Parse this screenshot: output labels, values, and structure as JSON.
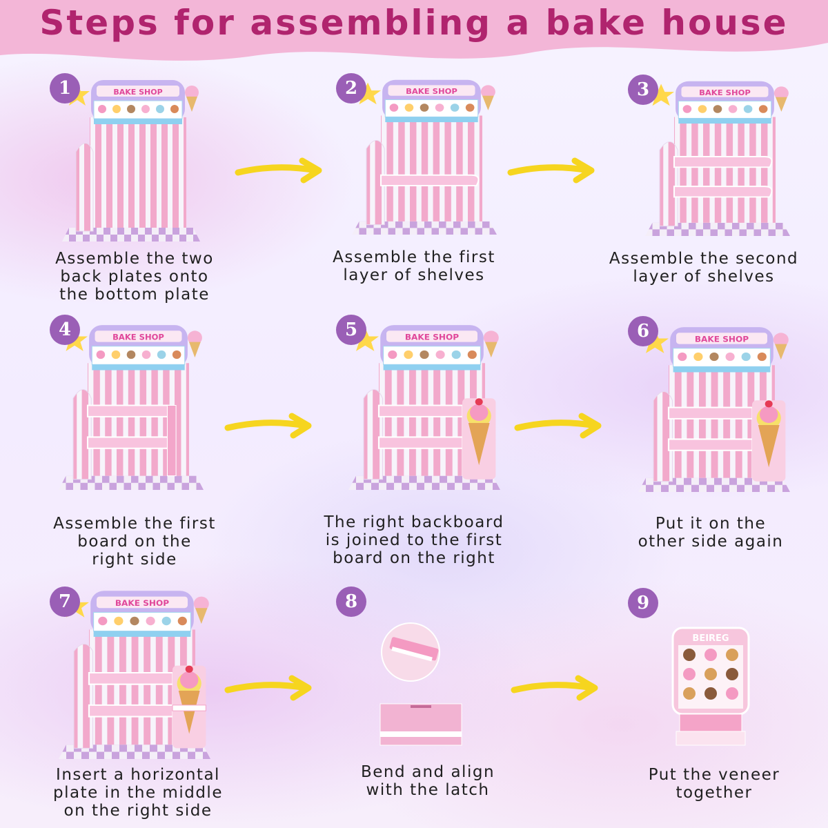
{
  "title": "Steps for assembling a bake house",
  "colors": {
    "banner": "#f3b6d7",
    "title": "#b0246e",
    "badge": "#9a5fb6",
    "arrow": "#f6d51f",
    "stripe_pink": "#f2a9cb",
    "stripe_white": "#f7f4fb",
    "checker": "#c9a3dd"
  },
  "sign_text": "BAKE SHOP",
  "menu_brand": "BEIREG",
  "steps": [
    {
      "number": "1",
      "caption": "Assemble the two\nback plates onto\nthe bottom plate"
    },
    {
      "number": "2",
      "caption": "Assemble the first\nlayer of shelves"
    },
    {
      "number": "3",
      "caption": "Assemble the second\nlayer of shelves"
    },
    {
      "number": "4",
      "caption": "Assemble the first\nboard on the\nright side"
    },
    {
      "number": "5",
      "caption": "The right backboard\nis joined to the first\nboard on the right"
    },
    {
      "number": "6",
      "caption": "Put it on the\nother side again"
    },
    {
      "number": "7",
      "caption": "Insert a horizontal\nplate in the middle\non the right side"
    },
    {
      "number": "8",
      "caption": "Bend and align\nwith the latch"
    },
    {
      "number": "9",
      "caption": "Put the veneer\ntogether"
    }
  ]
}
